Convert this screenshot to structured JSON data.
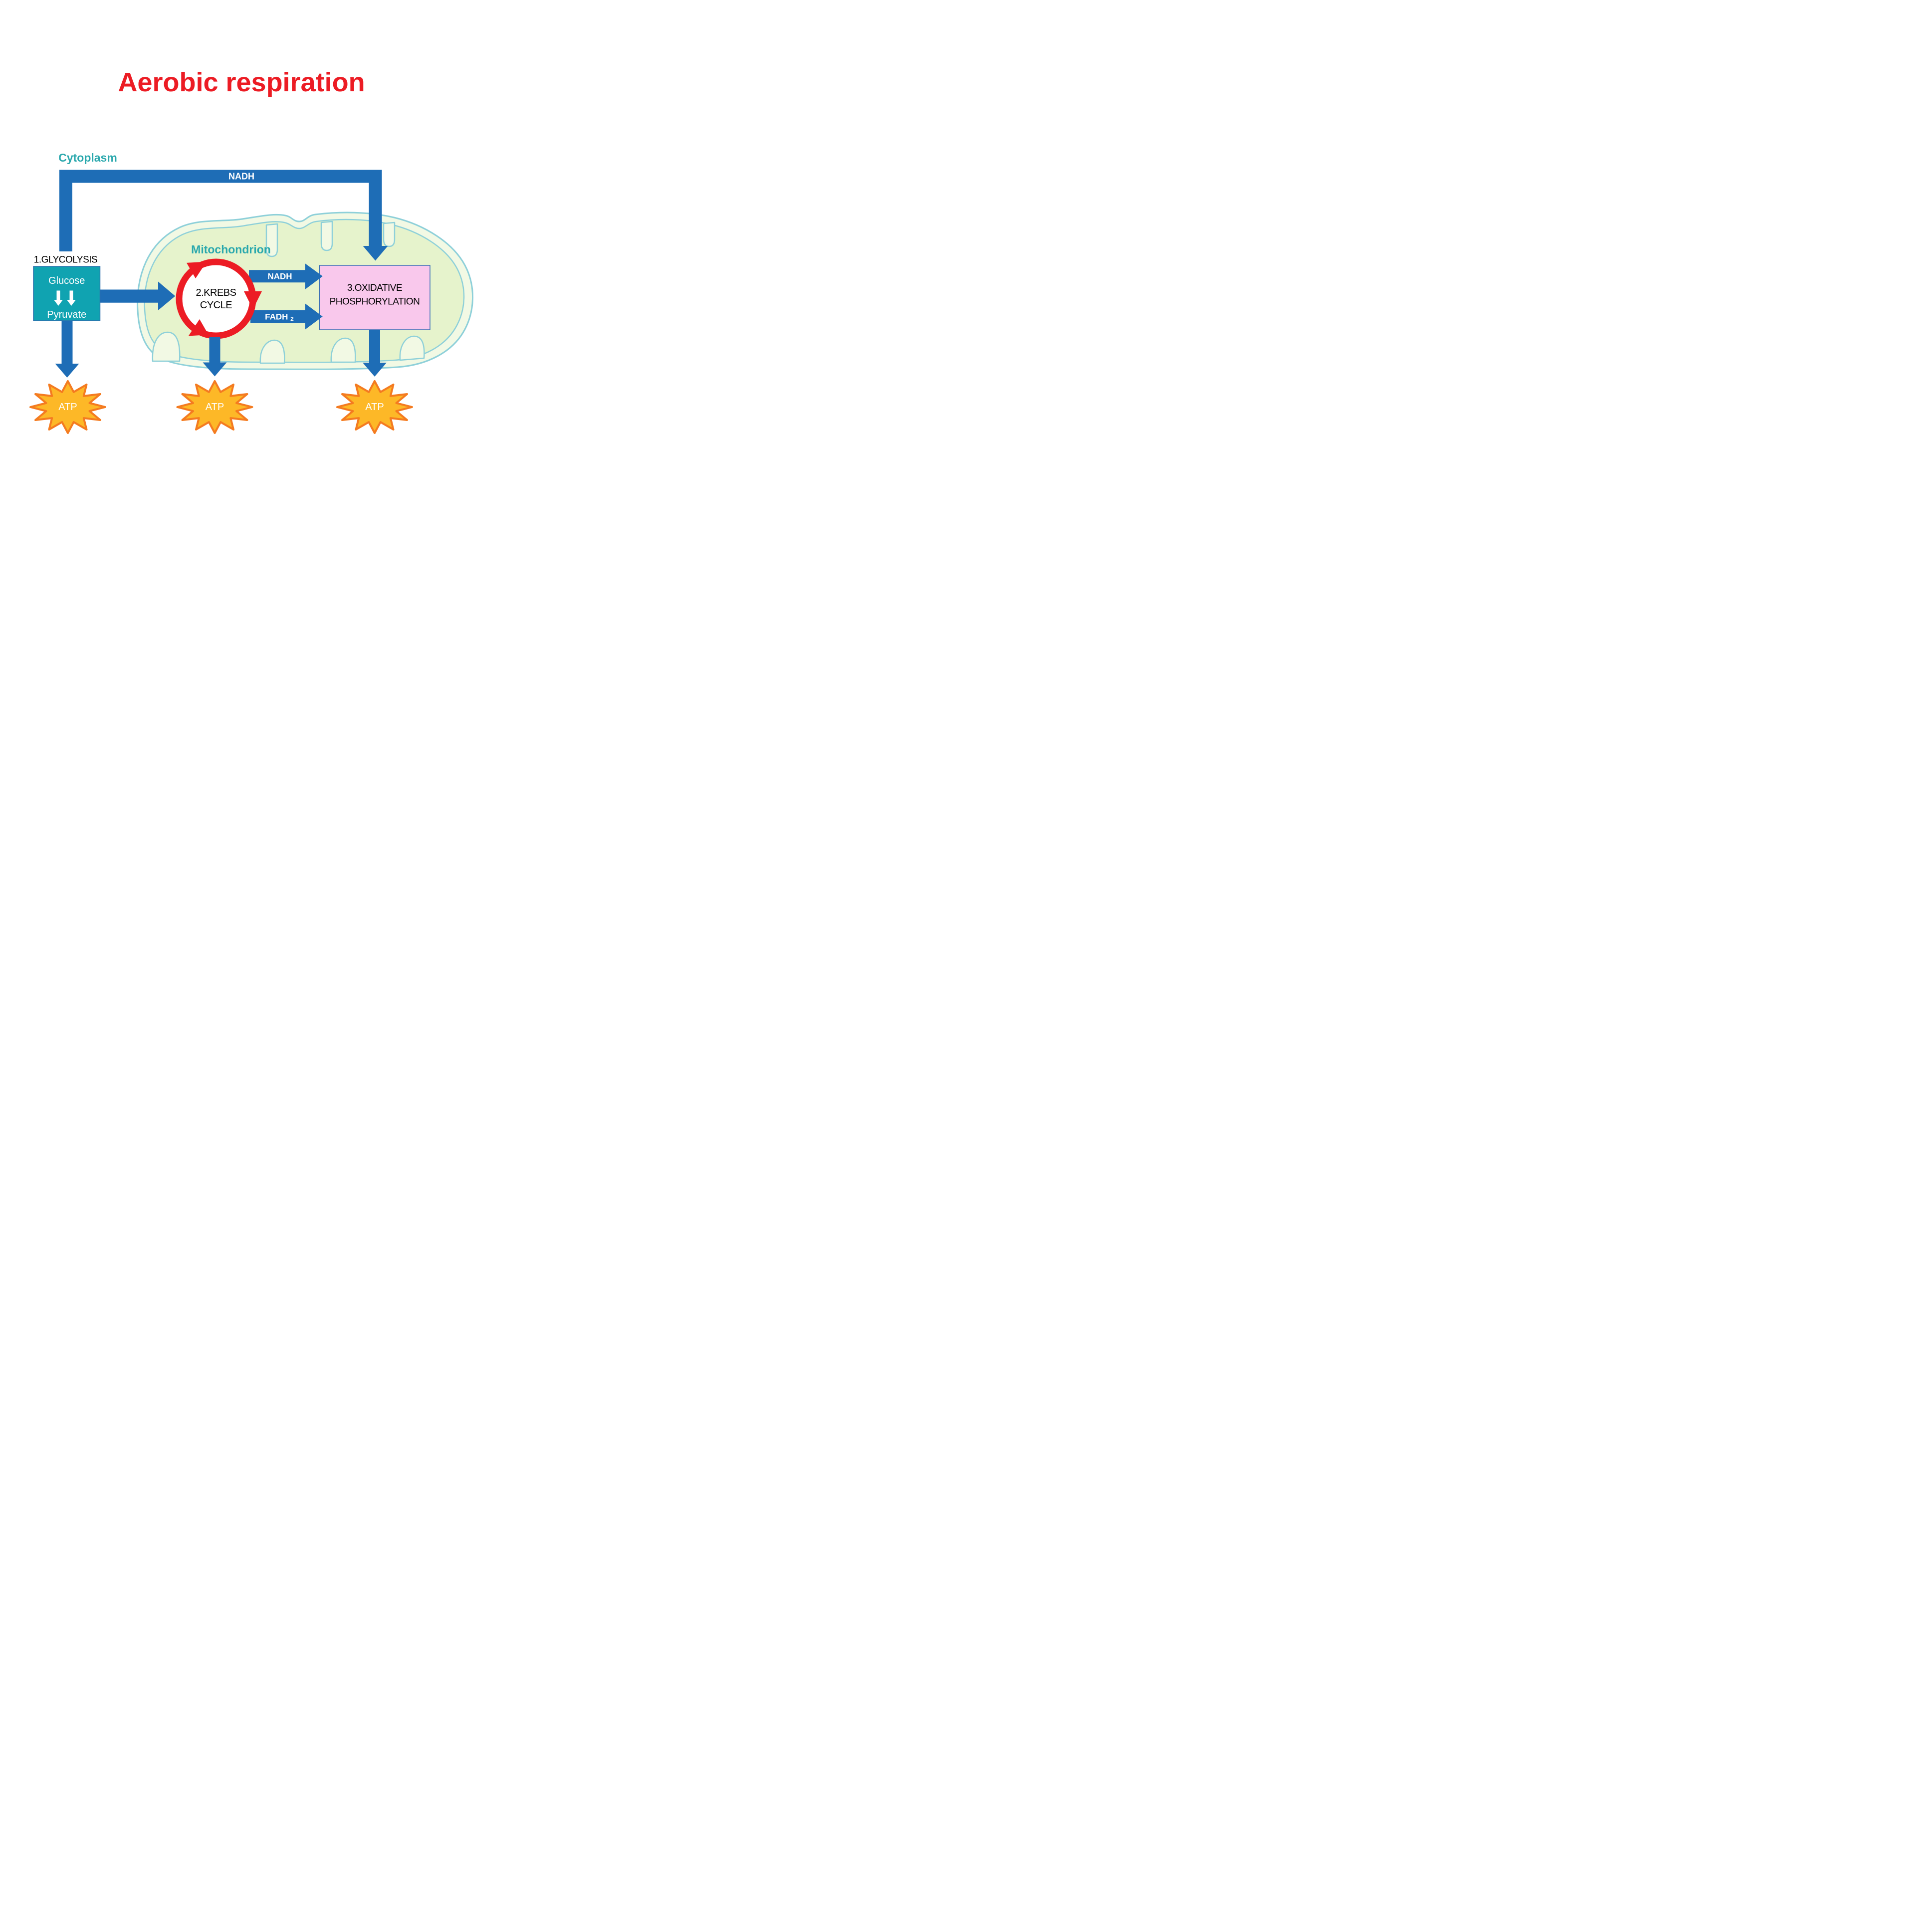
{
  "title": {
    "text": "Aerobic respiration"
  },
  "labels": {
    "cytoplasm": "Cytoplasm",
    "mitochondrion": "Mitochondrion",
    "glycolysis_title": "1.GLYCOLYSIS",
    "glucose": "Glucose",
    "pyruvate": "Pyruvate",
    "krebs_line1": "2.KREBS",
    "krebs_line2": "CYCLE",
    "oxphos_line1": "3.OXIDATIVE",
    "oxphos_line2": "PHOSPHORYLATION",
    "nadh_cytosolic": "NADH",
    "nadh_mitochondrial": "NADH",
    "fadh": "FADH",
    "fadh_subscript": "2",
    "atp_glycolysis": "ATP",
    "atp_krebs": "ATP",
    "atp_oxphos": "ATP"
  },
  "colors": {
    "title_red": "#ec1c24",
    "arrow_blue": "#1e6db6",
    "teal_label": "#2aa8ad",
    "glycolysis_box": "#10a3b1",
    "glycolysis_box_border": "#2e6fae",
    "oxphos_box": "#f9c8ec",
    "oxphos_box_border": "#3a6fb5",
    "krebs_ring_red": "#ec1c24",
    "star_fill": "#fdb827",
    "star_stroke": "#f47b20",
    "membrane_stroke": "#8ed0d9",
    "intermembrane_fill": "#f2f9e4",
    "matrix_fill": "#e6f3cc",
    "text_black": "#000000",
    "text_white": "#ffffff",
    "background": "#ffffff"
  }
}
